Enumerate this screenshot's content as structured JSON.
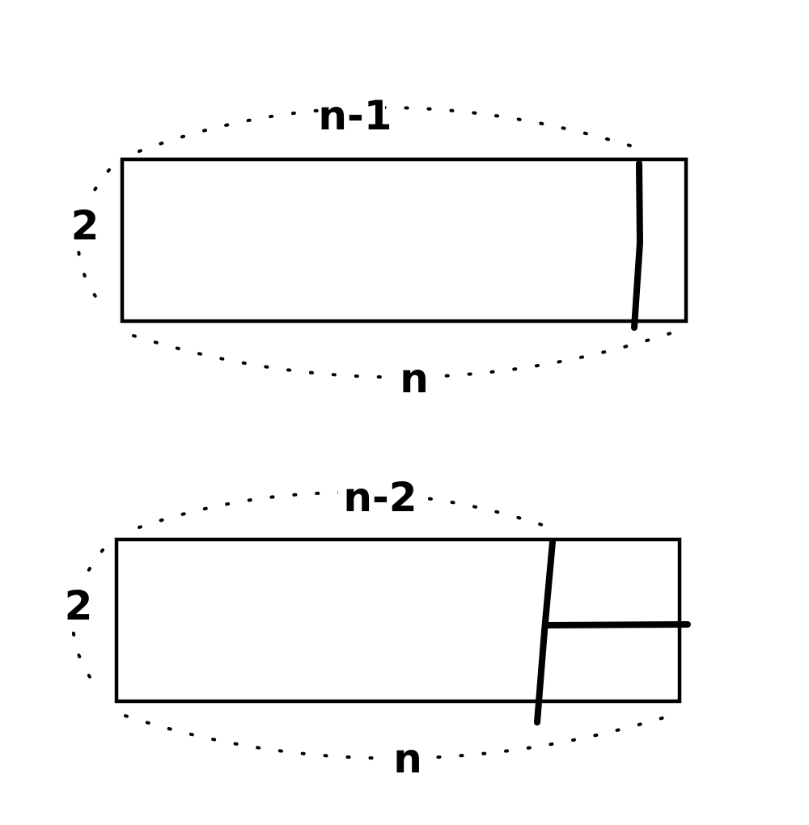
{
  "colors": {
    "ink": "#000000",
    "background": "#ffffff"
  },
  "top_panel": {
    "label_top": "n-1",
    "label_left": "2",
    "label_bottom": "n"
  },
  "bottom_panel": {
    "label_top": "n-2",
    "label_left": "2",
    "label_bottom": "n"
  }
}
